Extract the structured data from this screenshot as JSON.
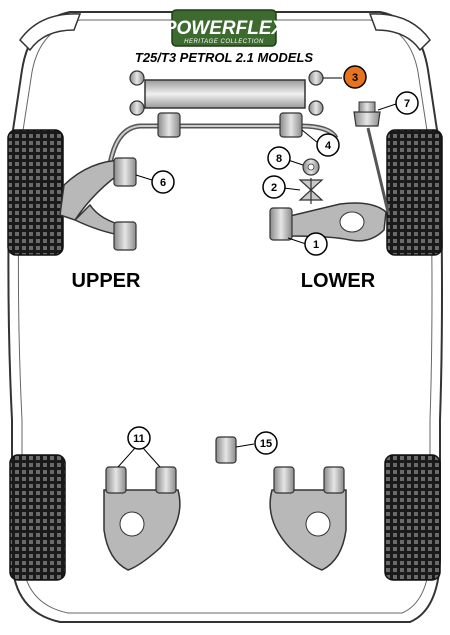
{
  "logo": {
    "brand": "POWERFLEX",
    "subtitle": "HERITAGE COLLECTION"
  },
  "models_title": "T25/T3 PETROL 2.1 MODELS",
  "labels": {
    "upper": "UPPER",
    "lower": "LOWER"
  },
  "callouts": {
    "c1": "1",
    "c2": "2",
    "c3": "3",
    "c4": "4",
    "c6": "6",
    "c7": "7",
    "c8": "8",
    "c11": "11",
    "c15": "15"
  },
  "colors": {
    "body_outline": "#333333",
    "part_grey": "#b8b8b8",
    "bush_light": "#d9d9d9",
    "tyre_dark": "#1a1a1a",
    "logo_green": "#3d6b2f",
    "highlight_orange": "#e8731f"
  }
}
